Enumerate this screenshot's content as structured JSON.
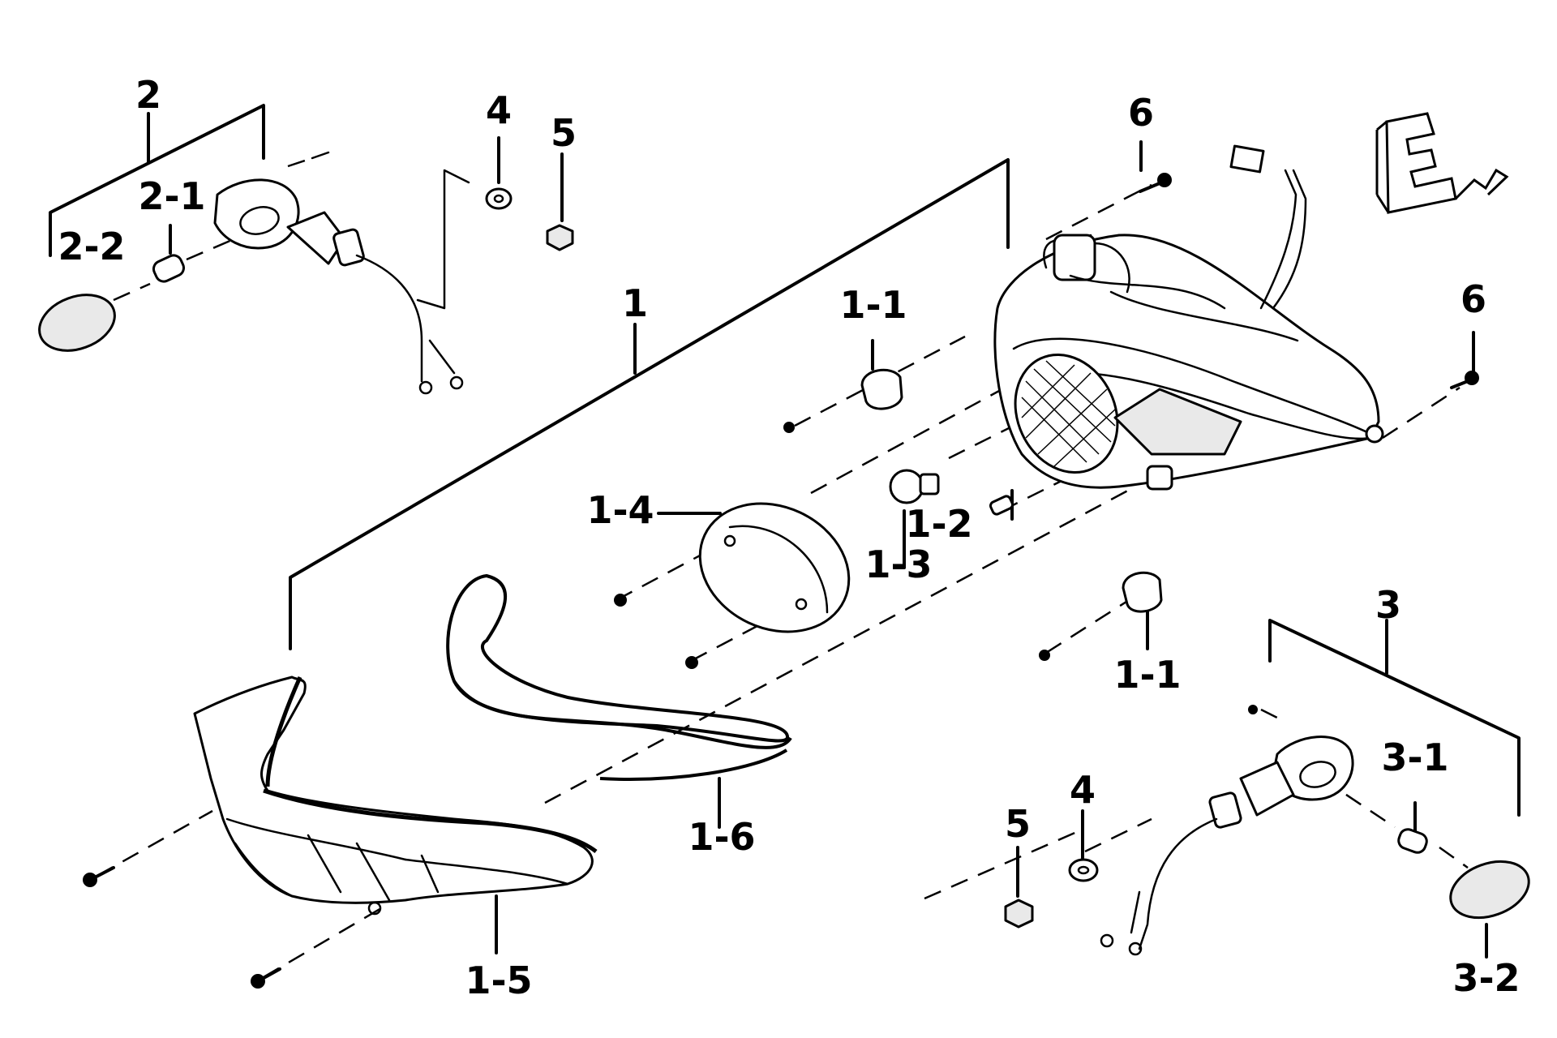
{
  "callouts": {
    "c2": "2",
    "c2_1": "2-1",
    "c2_2": "2-2",
    "c4_top": "4",
    "c5_top": "5",
    "c1": "1",
    "c1_1_top": "1-1",
    "c6_top": "6",
    "c6_right": "6",
    "c1_4": "1-4",
    "c1_2": "1-2",
    "c1_3": "1-3",
    "c1_1_bottom": "1-1",
    "c3": "3",
    "c3_1": "3-1",
    "c3_2": "3-2",
    "c4_bottom": "4",
    "c5_bottom": "5",
    "c1_6": "1-6",
    "c1_5": "1-5"
  },
  "logo": {
    "letter": "E"
  }
}
